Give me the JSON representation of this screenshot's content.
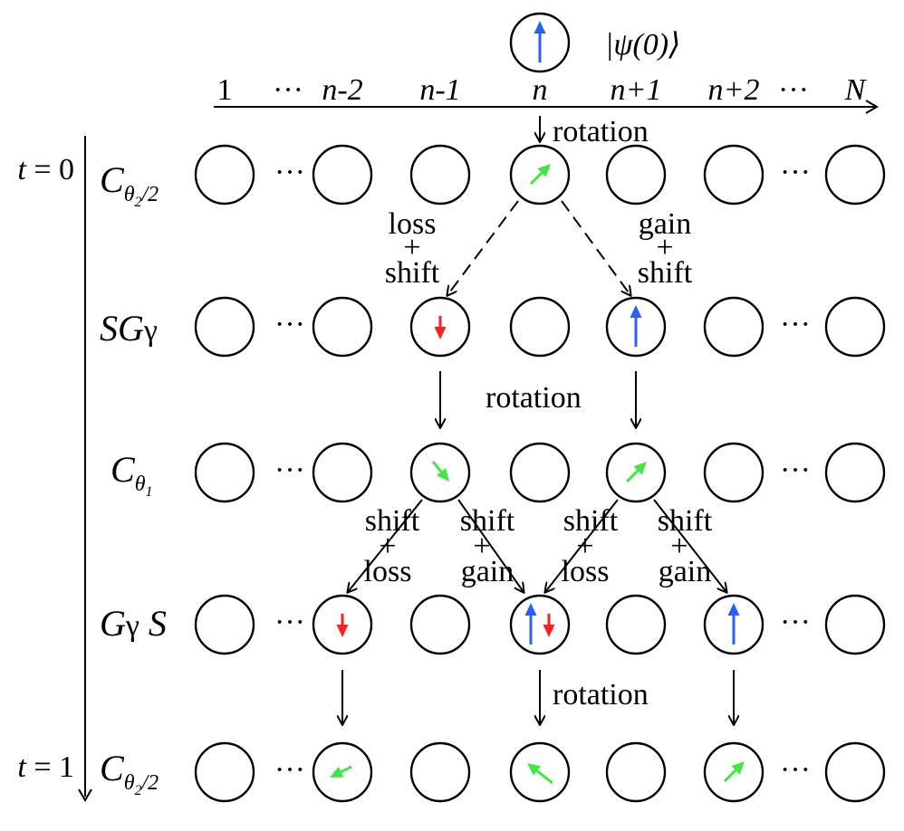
{
  "initial_state": {
    "label": "|ψ(0)⟩",
    "spin": "up"
  },
  "positions": [
    "1",
    "···",
    "n-2",
    "n-1",
    "n",
    "n+1",
    "n+2",
    "···",
    "N"
  ],
  "time_labels": {
    "start": "t = 0",
    "end": "t = 1"
  },
  "steps": [
    {
      "op": "C_{θ2/2}",
      "sites": {
        "n": [
          "up-right-green"
        ]
      }
    },
    {
      "op": "SGγ",
      "sites": {
        "n-1": [
          "down-red"
        ],
        "n+1": [
          "up-blue"
        ]
      }
    },
    {
      "op": "C_{θ1}",
      "sites": {
        "n-1": [
          "down-right-green"
        ],
        "n+1": [
          "up-right-green"
        ]
      }
    },
    {
      "op": "GγS",
      "sites": {
        "n-2": [
          "down-red"
        ],
        "n": [
          "up-blue",
          "down-red"
        ],
        "n+2": [
          "up-blue"
        ]
      }
    },
    {
      "op": "C_{θ2/2}",
      "sites": {
        "n-2": [
          "left-green"
        ],
        "n": [
          "up-left-green"
        ],
        "n+2": [
          "up-right-green"
        ]
      }
    }
  ],
  "annotations": {
    "rotation": "rotation",
    "loss": "loss",
    "gain": "gain",
    "plus": "+",
    "shift": "shift",
    "ellipsis": "···"
  },
  "colors": {
    "loss": "#ff2020",
    "gain": "#2b5ff5",
    "rotated": "#3ee83e",
    "ink": "#000000"
  }
}
